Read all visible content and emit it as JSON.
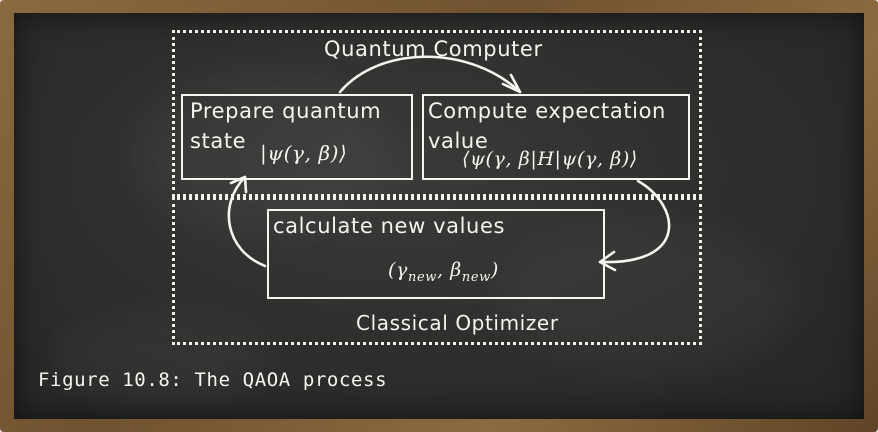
{
  "diagram": {
    "quantum_section_label": "Quantum Computer",
    "classical_section_label": "Classical Optimizer",
    "prepare_box": {
      "line1": "Prepare quantum",
      "line2": "state",
      "formula": "|ψ(γ, β)⟩"
    },
    "expectation_box": {
      "line1": "Compute expectation",
      "line2": "value",
      "formula": "⟨ψ(γ, β|H|ψ(γ, β)⟩"
    },
    "update_box": {
      "line1": "calculate new values",
      "formula": "(γnew, βnew)"
    }
  },
  "caption": "Figure 10.8: The QAOA process"
}
